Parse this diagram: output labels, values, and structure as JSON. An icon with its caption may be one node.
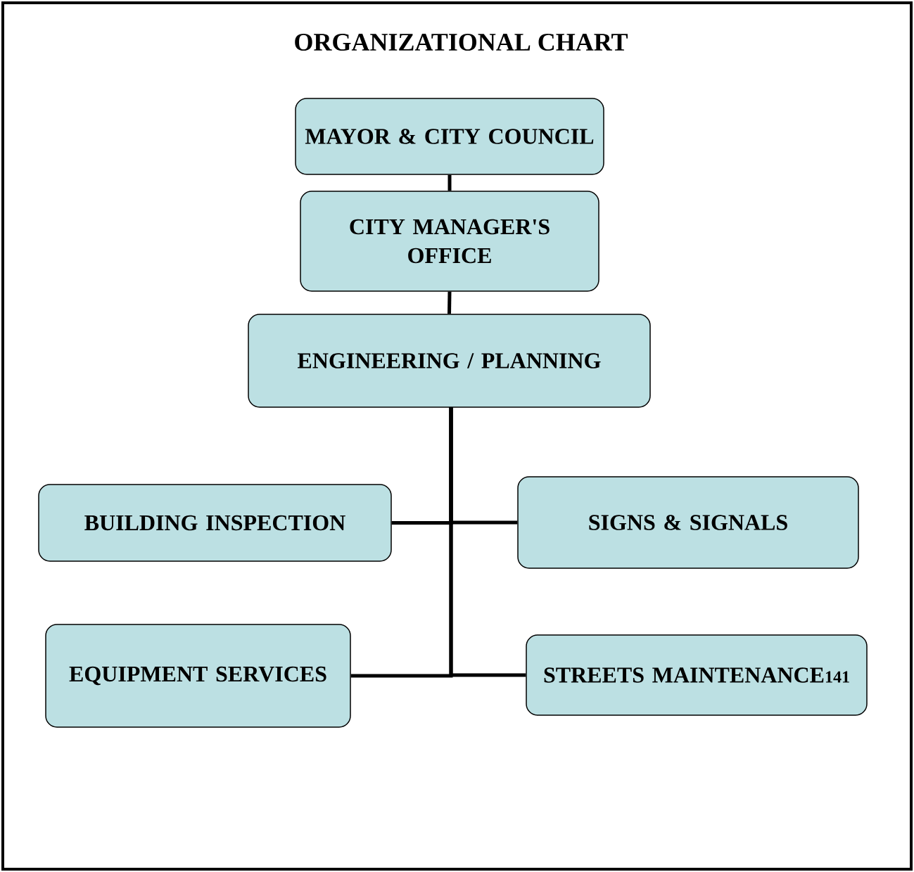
{
  "diagram": {
    "title": "ORGANIZATIONAL CHART",
    "nodes": [
      {
        "text": [
          "MAYOR & CITY COUNCIL"
        ]
      },
      {
        "text": [
          "CITY MANAGER'S OFFICE"
        ]
      },
      {
        "text": [
          "ENGINEERING / PLANNING"
        ]
      },
      {
        "text": [
          "BUILDING INSPECTION"
        ]
      },
      {
        "text": [
          "SIGNS & SIGNALS"
        ]
      },
      {
        "text": [
          "EQUIPMENT SERVICES"
        ]
      },
      {
        "text": [
          "STREETS MAINTENANCE",
          "141"
        ]
      }
    ],
    "edges": [
      {
        "from": 0,
        "to": 1,
        "arrow": "none"
      },
      {
        "from": 1,
        "to": 2,
        "arrow": "none"
      },
      {
        "from": 2,
        "to": 3,
        "arrow": "none"
      },
      {
        "from": 2,
        "to": 4,
        "arrow": "none"
      },
      {
        "from": 2,
        "to": 5,
        "arrow": "none"
      },
      {
        "from": 2,
        "to": 6,
        "arrow": "none"
      }
    ]
  }
}
